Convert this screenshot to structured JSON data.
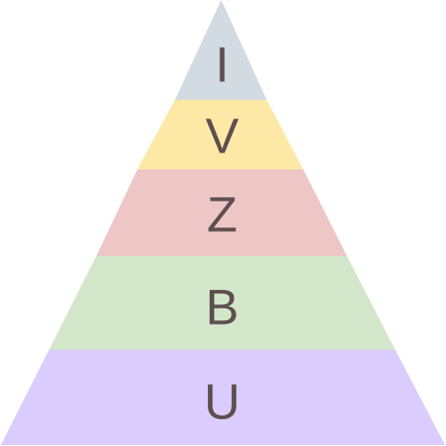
{
  "pyramid": {
    "layers": [
      {
        "label": "I",
        "color": "#d1dbe1"
      },
      {
        "label": "V",
        "color": "#fde8a6"
      },
      {
        "label": "Z",
        "color": "#efc6c6"
      },
      {
        "label": "B",
        "color": "#d2e7c9"
      },
      {
        "label": "U",
        "color": "#dacdfd"
      }
    ]
  }
}
